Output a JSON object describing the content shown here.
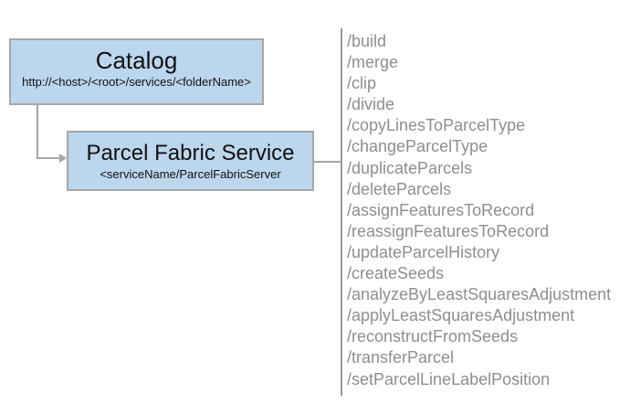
{
  "diagram": {
    "catalog_box": {
      "title": "Catalog",
      "subtitle": "http://<host>/<root>/services/<folderName>"
    },
    "service_box": {
      "title": "Parcel Fabric Service",
      "subtitle": "<serviceName/ParcelFabricServer"
    },
    "operations": [
      "/build",
      "/merge",
      "/clip",
      "/divide",
      "/copyLinesToParcelType",
      "/changeParcelType",
      "/duplicateParcels",
      "/deleteParcels",
      "/assignFeaturesToRecord",
      "/reassignFeaturesToRecord",
      "/updateParcelHistory",
      "/createSeeds",
      "/analyzeByLeastSquaresAdjustment",
      "/applyLeastSquaresAdjustment",
      "/reconstructFromSeeds",
      "/transferParcel",
      "/setParcelLineLabelPosition"
    ],
    "colors": {
      "box_fill": "#bcd6ee",
      "box_border": "#a6a6a6",
      "connector": "#a6a6a6",
      "divider": "#999999",
      "operation_text": "#8e8e8e",
      "title_text": "#111111"
    }
  }
}
